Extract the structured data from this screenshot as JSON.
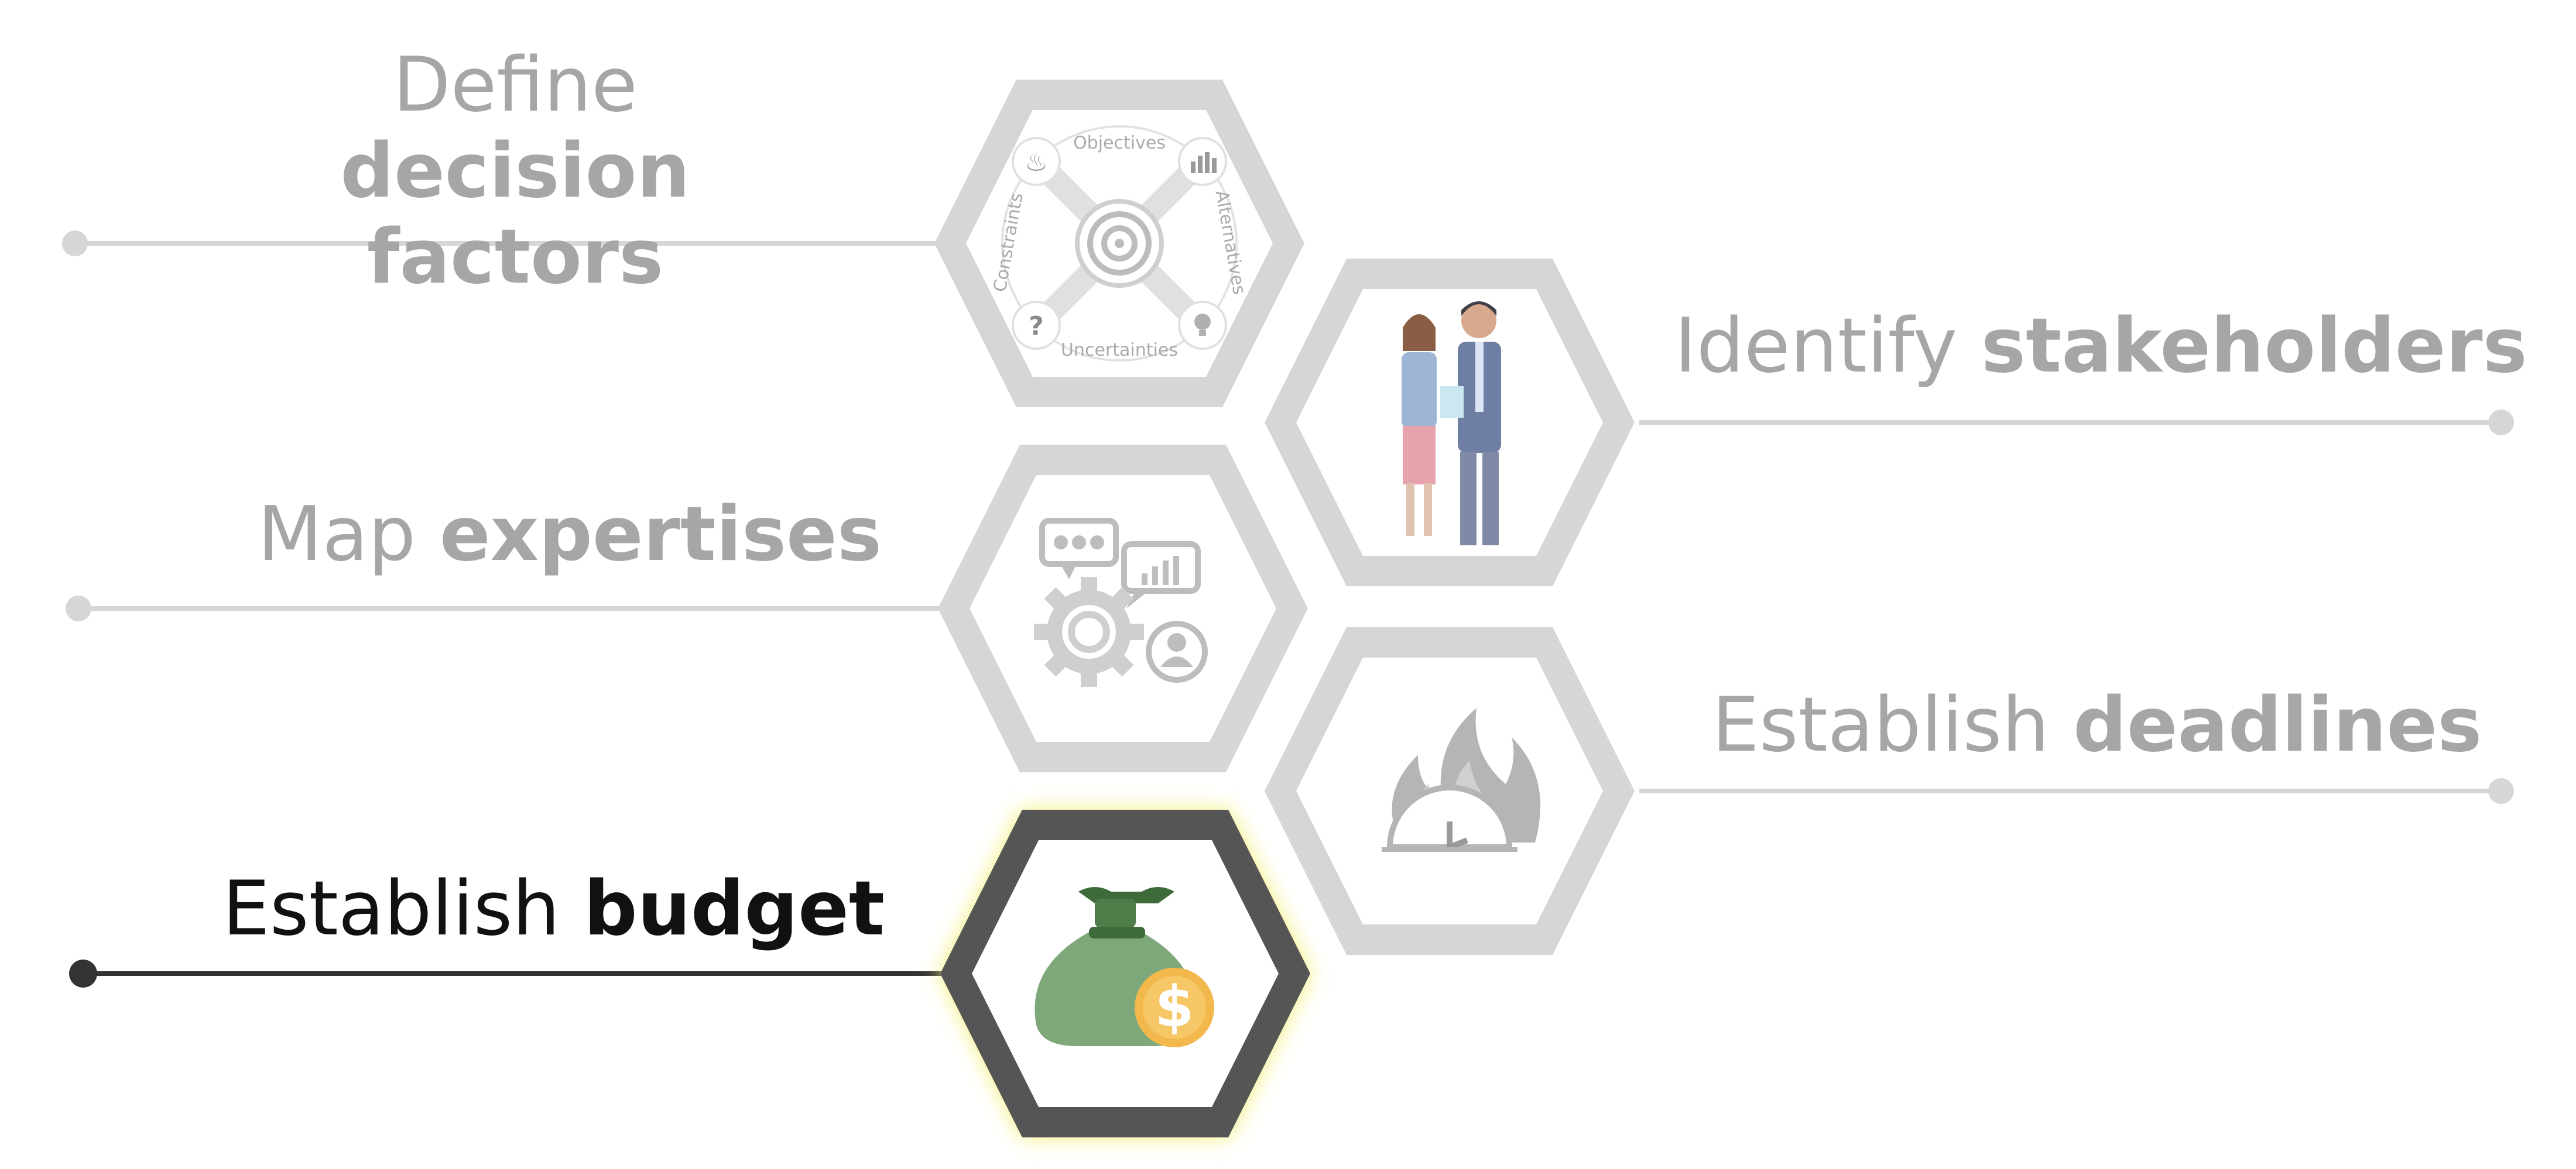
{
  "steps": [
    {
      "id": "factors",
      "light": "Define",
      "bold": "decision factors",
      "state": "inactive",
      "icon": "decision-wheel-icon",
      "wheel": {
        "top": "Objectives",
        "right": "Alternatives",
        "bottom": "Uncertainties",
        "left": "Constraints"
      }
    },
    {
      "id": "stakeholders",
      "light": "Identify",
      "bold": "stakeholders",
      "state": "inactive",
      "icon": "business-people-icon"
    },
    {
      "id": "expertises",
      "light": "Map",
      "bold": "expertises",
      "state": "inactive",
      "icon": "gear-chat-icon"
    },
    {
      "id": "deadlines",
      "light": "Establish",
      "bold": "deadlines",
      "state": "inactive",
      "icon": "burning-clock-icon"
    },
    {
      "id": "budget",
      "light": "Establish",
      "bold": "budget",
      "state": "active",
      "icon": "money-bag-icon"
    }
  ],
  "colors": {
    "inactive_hex": "#d6d6d6",
    "inactive_text": "#a6a6a6",
    "active_hex": "#555555",
    "active_text": "#111111",
    "glow": "#f5f07a",
    "bag_green": "#7fa87a",
    "bag_dark": "#3f6b3a",
    "coin": "#f2b84b"
  }
}
